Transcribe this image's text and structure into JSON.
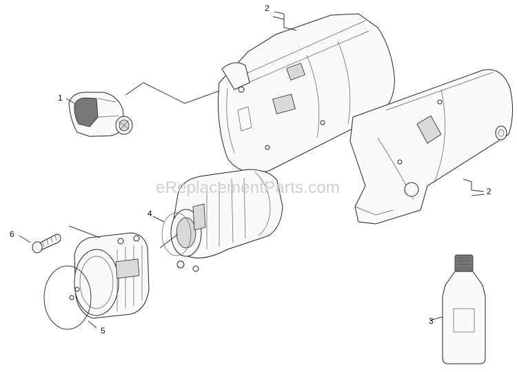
{
  "watermark": "eReplacementParts.com",
  "callouts": {
    "part_1": "1",
    "part_2_top": "2",
    "part_2_right": "2",
    "part_3": "3",
    "part_4": "4",
    "part_5": "5",
    "part_6": "6"
  }
}
